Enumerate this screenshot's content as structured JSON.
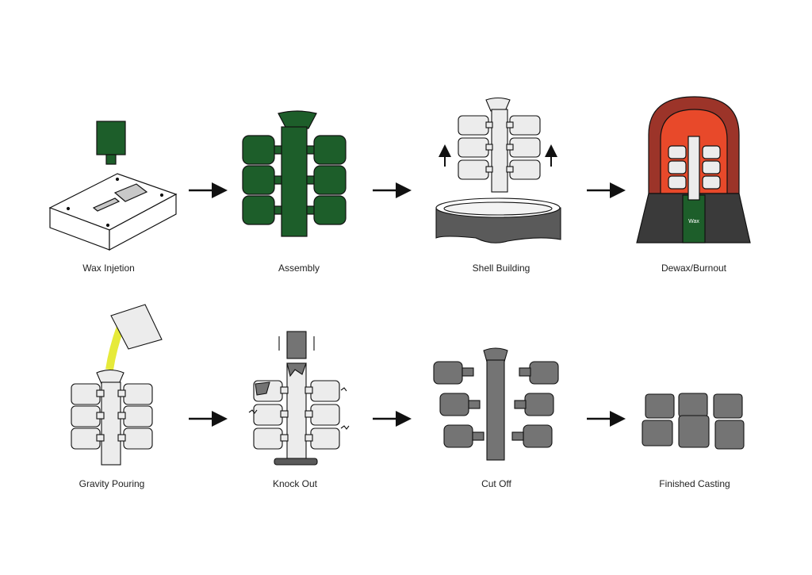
{
  "steps": [
    {
      "label": "Wax Injetion",
      "icon": "wax-injection-die"
    },
    {
      "label": "Assembly",
      "icon": "wax-tree"
    },
    {
      "label": "Shell Building",
      "icon": "dipping-slurry"
    },
    {
      "label": "Dewax/Burnout",
      "icon": "furnace"
    },
    {
      "label": "Gravity Pouring",
      "icon": "ladle-pouring"
    },
    {
      "label": "Knock Out",
      "icon": "hammer-knock-out"
    },
    {
      "label": "Cut Off",
      "icon": "cut-parts"
    },
    {
      "label": "Finished Casting",
      "icon": "finished-parts"
    }
  ],
  "furnace_tag": "Wax",
  "colors": {
    "wax": "#1d5e2a",
    "shell": "#ececec",
    "metal": "#747474",
    "slurry": "#5a5a5a",
    "furnace_fire": "#e8492a",
    "brick": "#9c3429",
    "molten": "#e6ea3a",
    "outline": "#111111"
  }
}
